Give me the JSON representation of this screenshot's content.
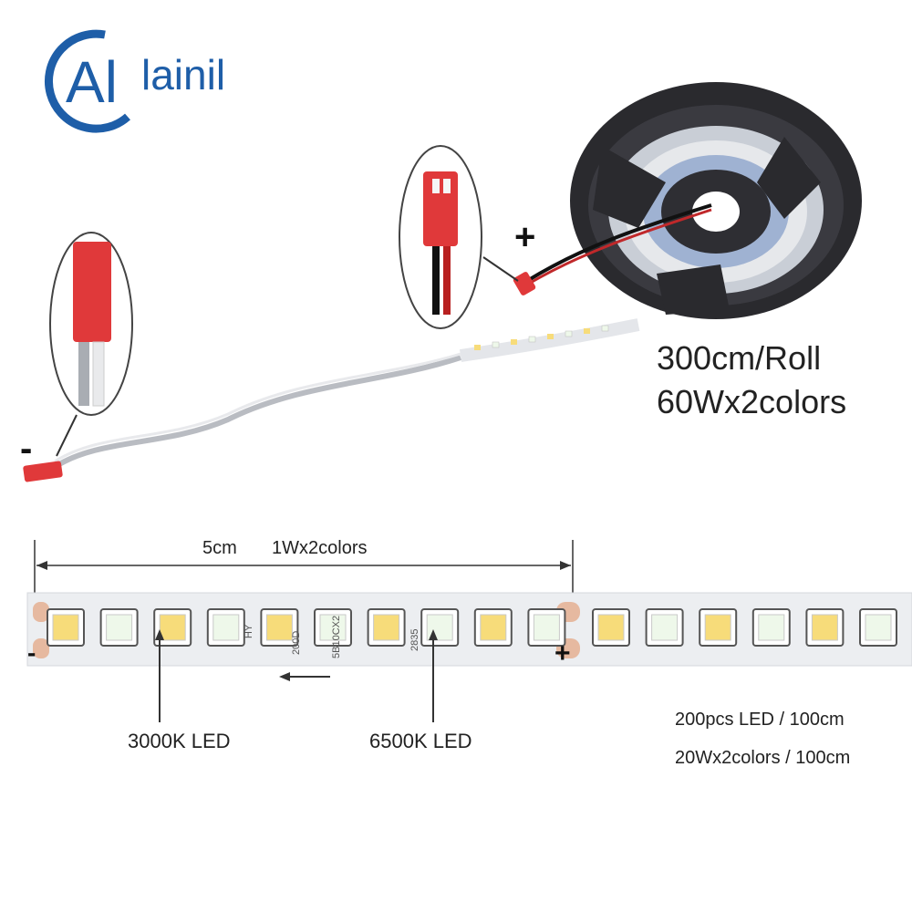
{
  "brand": {
    "logo_letters": "Al",
    "name": "lainil",
    "color": "#1e5ea8"
  },
  "roll": {
    "length": "300cm/Roll",
    "power": "60Wx2colors"
  },
  "polarity": {
    "plus": "+",
    "minus": "-"
  },
  "segment": {
    "length": "5cm",
    "power": "1Wx2colors"
  },
  "leds": {
    "warm_label": "3000K LED",
    "cool_label": "6500K LED",
    "warm_color": "#f7dc7a",
    "cool_color": "#eef8ea"
  },
  "specs": {
    "count": "200pcs LED / 100cm",
    "power": "20Wx2colors / 100cm"
  },
  "strip_print": {
    "text_a": "200D",
    "text_b": "2835",
    "text_c": "5B10CX2",
    "text_d": "HY"
  }
}
